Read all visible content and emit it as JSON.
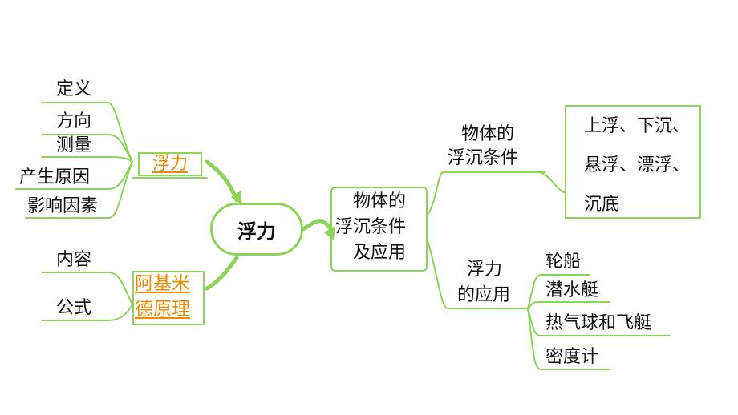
{
  "center": {
    "label": "浮力"
  },
  "left_upper": {
    "label": "浮力",
    "items": [
      "定义",
      "方向",
      "测量",
      "产生原因",
      "影响因素"
    ]
  },
  "left_lower": {
    "label_line1": "阿基米",
    "label_line2": "德原理",
    "items": [
      "内容",
      "公式"
    ]
  },
  "right": {
    "label_line1": "物体的",
    "label_line2": "浮沉条件",
    "label_line3": "及应用",
    "condition": {
      "label_line1": "物体的",
      "label_line2": "浮沉条件",
      "lines": [
        "上浮、下沉、",
        "悬浮、漂浮、",
        "沉底"
      ]
    },
    "application": {
      "label_line1": "浮力",
      "label_line2": "的应用",
      "items": [
        "轮船",
        "潜水艇",
        "热气球和飞艇",
        "密度计"
      ]
    }
  },
  "colors": {
    "line": "#8dd35a",
    "accent_text": "#f08a00",
    "text": "#111111"
  }
}
